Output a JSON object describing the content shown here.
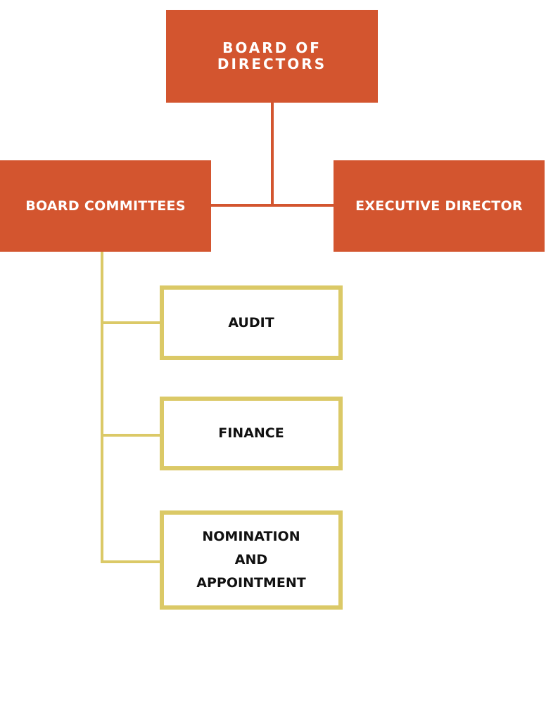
{
  "colors": {
    "primary": "#d3552f",
    "secondary": "#dbc967"
  },
  "board": {
    "label": "BOARD OF DIRECTORS"
  },
  "committees": {
    "label": "BOARD COMMITTEES"
  },
  "executive": {
    "label": "EXECUTIVE DIRECTOR"
  },
  "sub_committees": {
    "audit": "AUDIT",
    "finance": "FINANCE",
    "nomination": [
      "NOMINATION",
      "AND",
      "APPOINTMENT"
    ]
  }
}
